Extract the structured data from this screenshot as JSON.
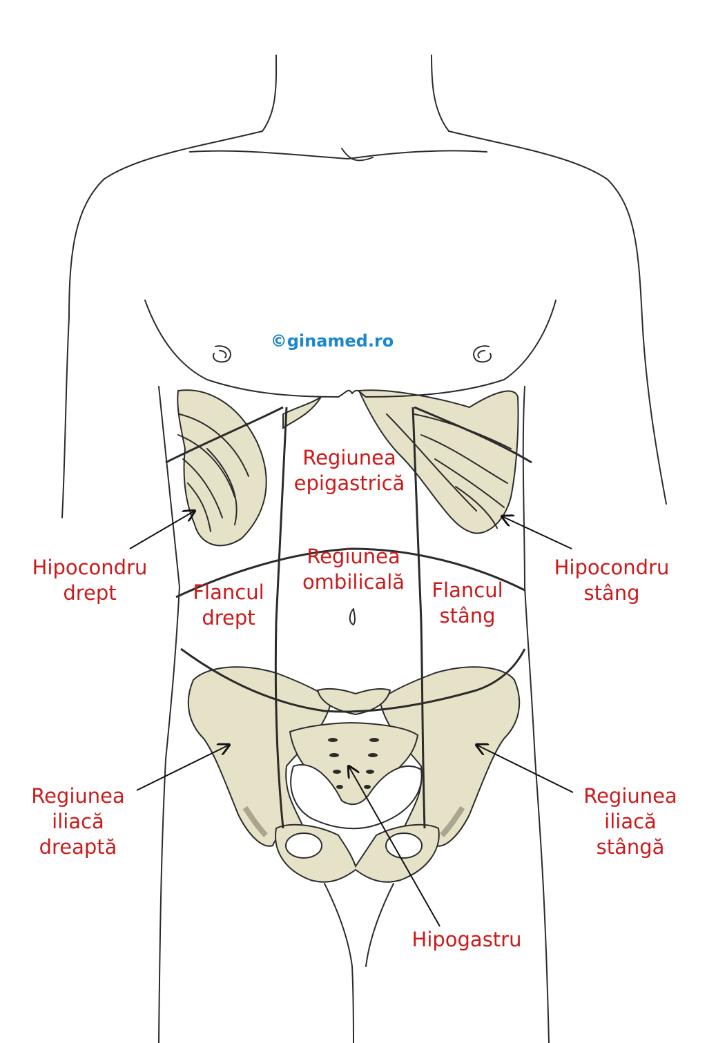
{
  "watermark": "©ginamed.ro",
  "colors": {
    "label": "#cc1a1a",
    "watermark": "#1a86cc",
    "outline": "#2b2b2b",
    "bone": "#e6e2c8",
    "bone_shadow": "#a9a58f",
    "background": "#ffffff"
  },
  "regions": {
    "epigastric": [
      "Regiunea",
      "epigastrică"
    ],
    "umbilical": [
      "Regiunea",
      "ombilicală"
    ],
    "right_hypochondrium": [
      "Hipocondru",
      "drept"
    ],
    "left_hypochondrium": [
      "Hipocondru",
      "stâng"
    ],
    "right_flank": [
      "Flancul",
      "drept"
    ],
    "left_flank": [
      "Flancul",
      "stâng"
    ],
    "right_iliac": [
      "Regiunea",
      "iliacă",
      "dreaptă"
    ],
    "left_iliac": [
      "Regiunea",
      "iliacă",
      "stângă"
    ],
    "hypogastrium": [
      "Hipogastru"
    ]
  }
}
